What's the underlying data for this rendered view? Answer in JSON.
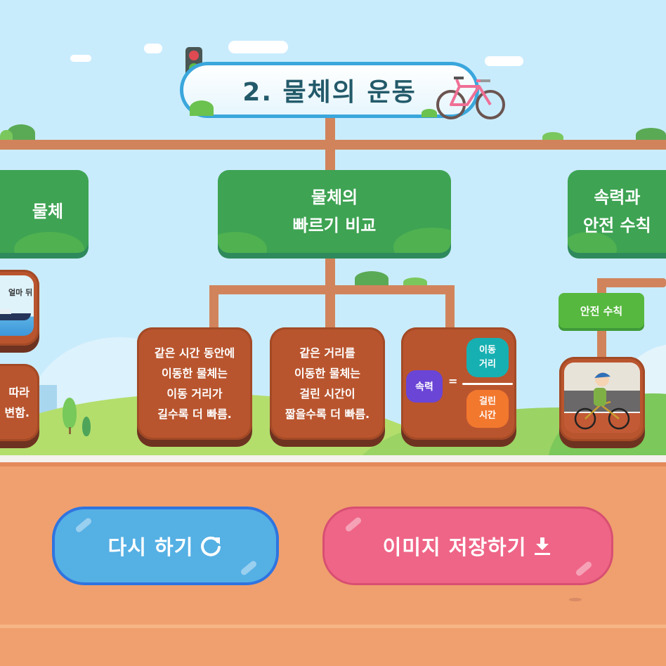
{
  "title": "2. 물체의 운동",
  "categories": [
    {
      "label": "물체",
      "partial": true
    },
    {
      "label": "물체의\n빠르기 비교"
    },
    {
      "label": "속력과\n안전 수칙",
      "partial": true
    }
  ],
  "left_cards": {
    "image_caption": "얼마 뒤",
    "text": "따라\n변함."
  },
  "speed_cards": [
    {
      "text": "같은 시간 동안에\n이동한 물체는\n이동 거리가\n길수록 더 빠름."
    },
    {
      "text": "같은 거리를\n이동한 물체는\n걸린 시간이\n짧을수록 더 빠름."
    }
  ],
  "formula": {
    "lhs": "속력",
    "equals": "=",
    "numerator": "이동\n거리",
    "denominator": "걸린\n시간"
  },
  "safety": {
    "label": "안전 수칙"
  },
  "buttons": {
    "retry": {
      "label": "다시 하기",
      "icon": "refresh-icon"
    },
    "save": {
      "label": "이미지 저장하기",
      "icon": "download-icon"
    }
  },
  "colors": {
    "sky": "#c9ecfd",
    "beam": "#d1845c",
    "green_card": "#3ea353",
    "brown_card": "#b9552e",
    "ground": "#f0a06e",
    "retry_button": "#55b0e4",
    "save_button": "#ef6587",
    "formula_speed": "#6a45d6",
    "formula_distance": "#17b0b2",
    "formula_time": "#f2782e"
  }
}
